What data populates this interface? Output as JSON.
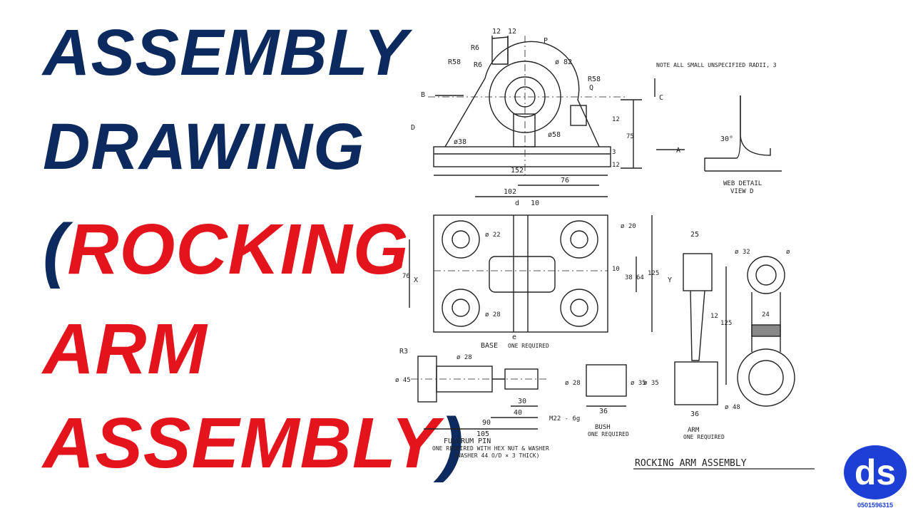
{
  "title": {
    "line1": "ASSEMBLY",
    "line2": "DRAWING",
    "paren_open": "(",
    "line3": "ROCKING",
    "line4": "ARM",
    "line5": "ASSEMBLY",
    "paren_close": ")"
  },
  "colors": {
    "navy": "#0d2a5e",
    "red": "#e3141c",
    "line": "#222222",
    "logo": "#1d3fd6"
  },
  "drawing": {
    "note": "NOTE  ALL SMALL UNSPECIFIED RADII, 3",
    "dims_top": [
      "12",
      "12",
      "P",
      "R6",
      "R58",
      "R6",
      "ø 82",
      "R58",
      "Q",
      "B",
      "C",
      "D",
      "A",
      "ø58",
      "ø38",
      "12",
      "75",
      "3",
      "12"
    ],
    "web_detail": {
      "angle": "30°",
      "label": "WEB DETAIL",
      "view": "VIEW D"
    },
    "base_dims": [
      "152",
      "102",
      "76",
      "d",
      "10",
      "ø 22",
      "ø 20",
      "76",
      "X",
      "Y",
      "10",
      "38",
      "64",
      "125",
      "ø 28",
      "e"
    ],
    "base_label": "BASE",
    "base_req": "ONE REQUIRED",
    "arm_dims": [
      "25",
      "12",
      "125",
      "ø 32",
      "ø",
      "24",
      "ø 48",
      "36"
    ],
    "pin_dims": [
      "R3",
      "ø 28",
      "ø 45",
      "30",
      "40",
      "90",
      "105",
      "M22 - 6g"
    ],
    "bush_dims": [
      "ø 28",
      "ø 35",
      "36",
      "ø 35"
    ],
    "fulcrum_label": "FULCRUM PIN",
    "fulcrum_req": "ONE REQUIRED WITH  HEX NUT & WASHER",
    "fulcrum_washer": "(WASHER 44 O/D × 3 THICK)",
    "bush_label": "BUSH",
    "bush_req": "ONE REQUIRED",
    "arm_label": "ARM",
    "arm_req": "ONE REQUIRED",
    "assembly_title": "ROCKING  ARM  ASSEMBLY"
  },
  "logo": {
    "letters": "ds",
    "number": "0501596315"
  }
}
